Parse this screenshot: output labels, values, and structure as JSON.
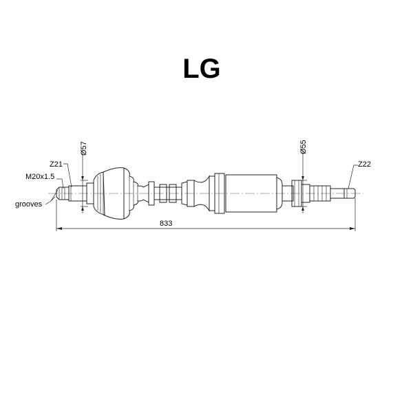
{
  "title": "LG",
  "labels": {
    "d_left": "Ø57",
    "d_right": "Ø55",
    "z_left": "Z21",
    "z_right": "Z22",
    "thread": "M20x1.5",
    "grooves": "grooves",
    "length": "833"
  }
}
